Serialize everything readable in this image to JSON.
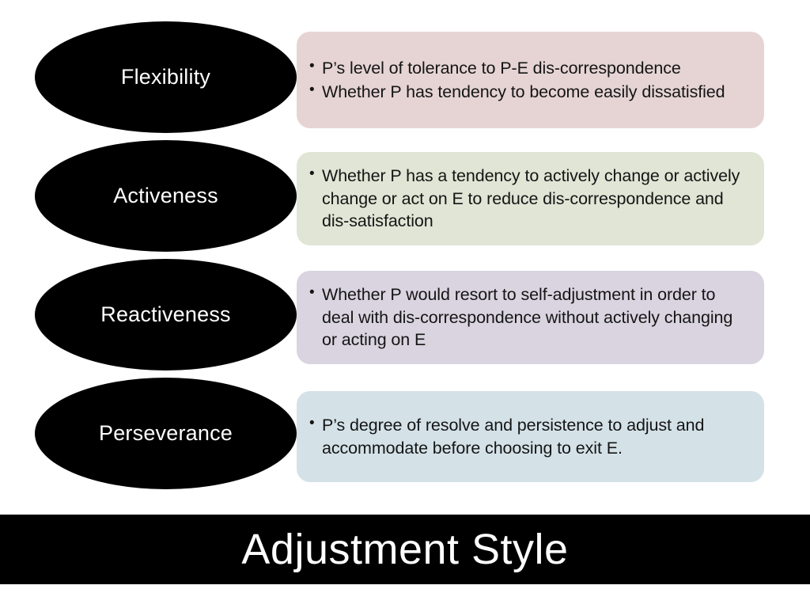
{
  "slide": {
    "title": "Adjustment Style",
    "background_color": "#ffffff",
    "banner_color": "#000000",
    "banner_text_color": "#ffffff"
  },
  "rows": [
    {
      "label": "Flexibility",
      "ellipse_color": "#000000",
      "label_color": "#ffffff",
      "panel_color": "#e6d4d4",
      "bullets": [
        "P’s level of tolerance to P-E dis-correspondence",
        "Whether P has tendency to become easily dissatisfied"
      ]
    },
    {
      "label": "Activeness",
      "ellipse_color": "#000000",
      "label_color": "#ffffff",
      "panel_color": "#e0e5d5",
      "bullets": [
        "Whether P has a tendency to actively change or actively change or act on E to reduce dis-correspondence and dis-satisfaction"
      ]
    },
    {
      "label": "Reactiveness",
      "ellipse_color": "#000000",
      "label_color": "#ffffff",
      "panel_color": "#d9d4e0",
      "bullets": [
        "Whether P would resort to self-adjustment in order to deal with dis-correspondence without actively changing or acting on E"
      ]
    },
    {
      "label": "Perseverance",
      "ellipse_color": "#000000",
      "label_color": "#ffffff",
      "panel_color": "#d4e2e8",
      "bullets": [
        "P’s degree of resolve and persistence to adjust and accommodate before choosing to exit E."
      ]
    }
  ]
}
